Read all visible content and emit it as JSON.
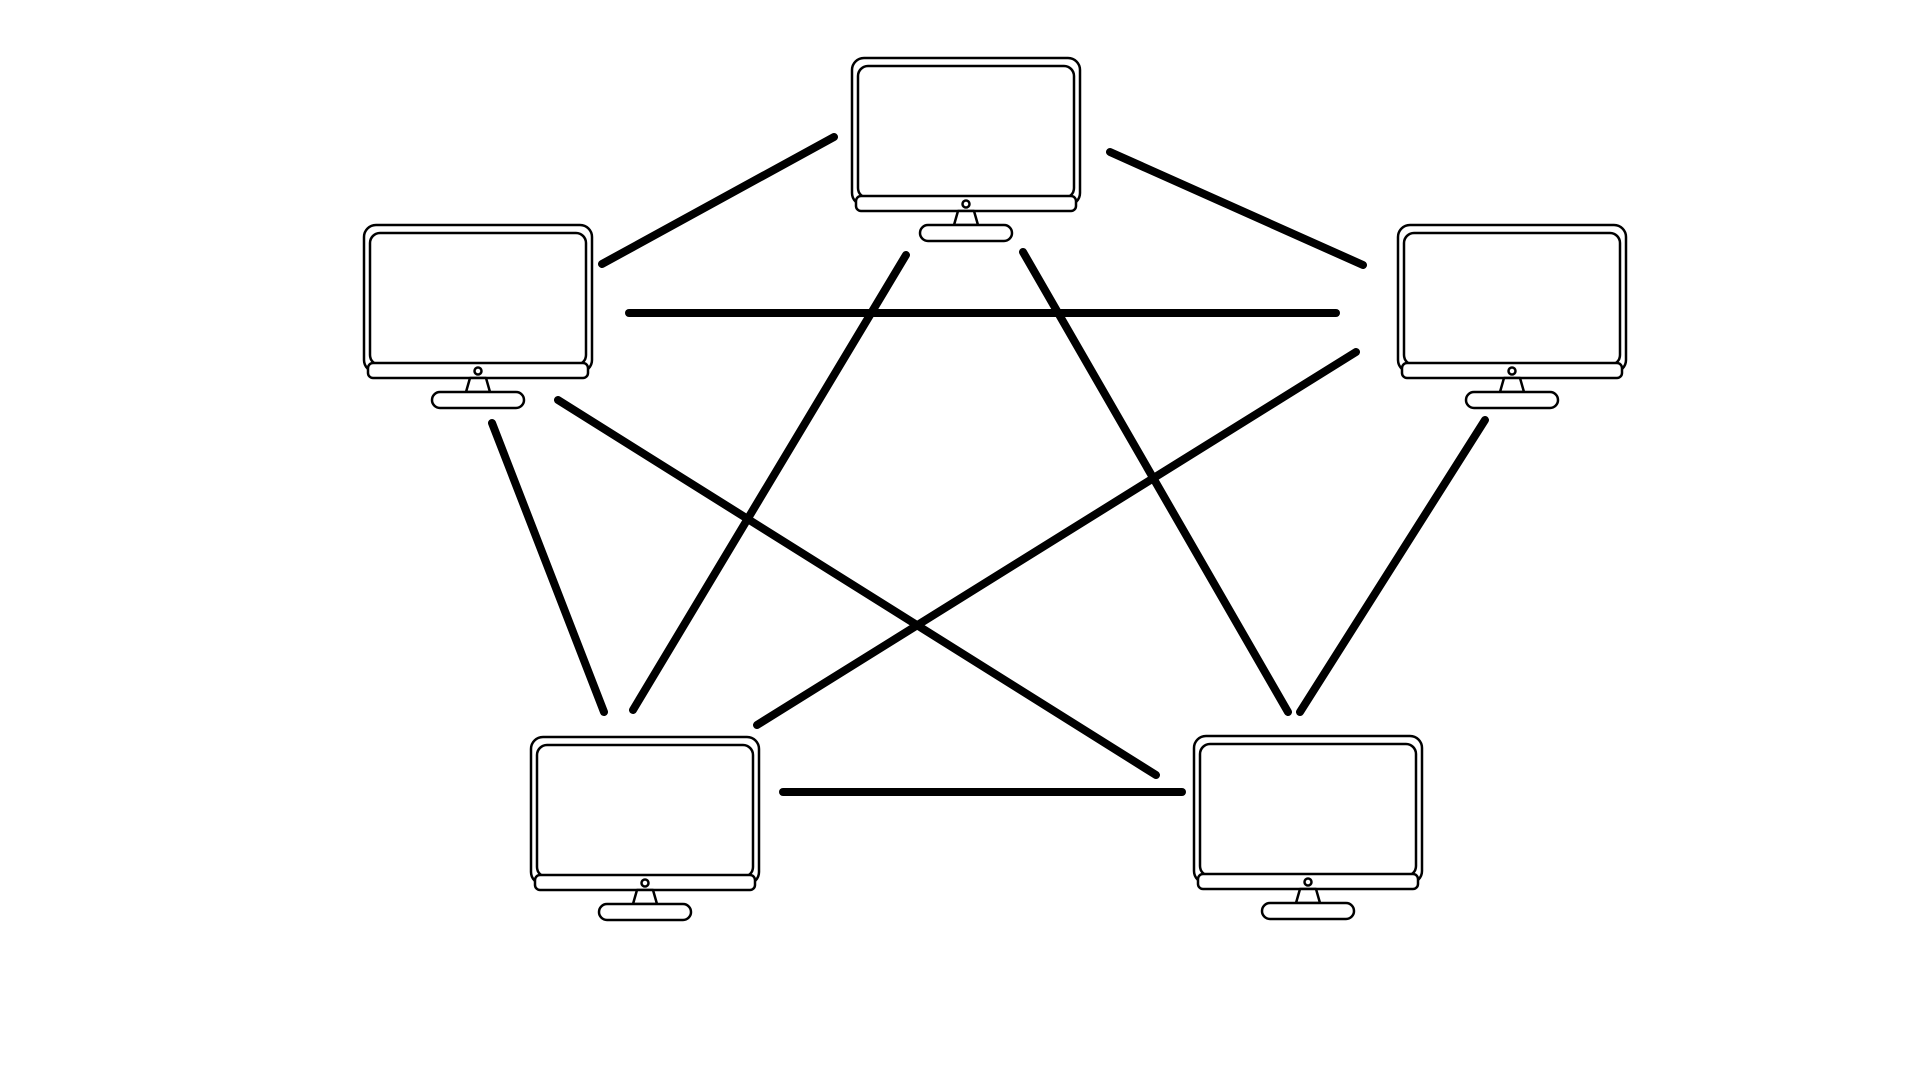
{
  "diagram": {
    "type": "full-mesh-network",
    "icon": "monitor-icon",
    "colors": {
      "line": "#000000",
      "background": "#ffffff"
    },
    "nodes": [
      {
        "id": "top"
      },
      {
        "id": "upper-left"
      },
      {
        "id": "upper-right"
      },
      {
        "id": "lower-left"
      },
      {
        "id": "lower-right"
      }
    ],
    "links": [
      {
        "from": "top",
        "to": "upper-left"
      },
      {
        "from": "top",
        "to": "upper-right"
      },
      {
        "from": "upper-left",
        "to": "upper-right"
      },
      {
        "from": "top",
        "to": "lower-left"
      },
      {
        "from": "top",
        "to": "lower-right"
      },
      {
        "from": "upper-left",
        "to": "lower-left"
      },
      {
        "from": "upper-left",
        "to": "lower-right"
      },
      {
        "from": "upper-right",
        "to": "lower-left"
      },
      {
        "from": "upper-right",
        "to": "lower-right"
      },
      {
        "from": "lower-left",
        "to": "lower-right"
      }
    ]
  }
}
